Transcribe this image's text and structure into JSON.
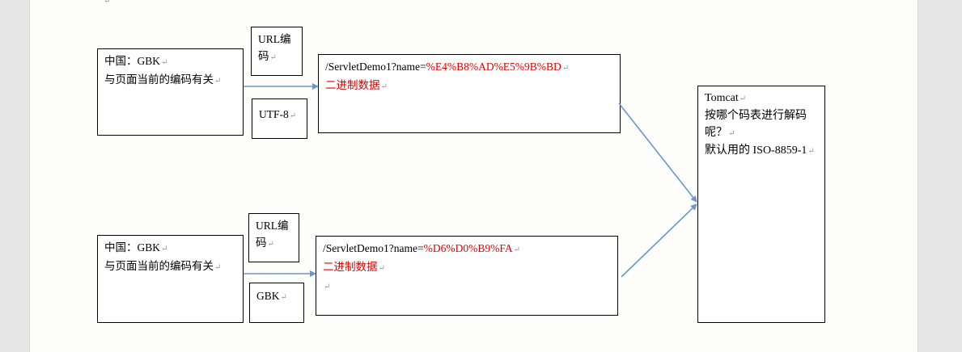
{
  "paragraph_mark": "↵",
  "top": {
    "source_line1": "中国：GBK",
    "source_line2": "与页面当前的编码有关",
    "encode_box_line1": "URL编",
    "encode_box_line2": "码",
    "charset": "UTF-8",
    "url_prefix": "/ServletDemo1?name=",
    "url_encoded": "%E4%B8%AD%E5%9B%BD",
    "binary_label": "二进制数据"
  },
  "bottom": {
    "source_line1": "中国：GBK",
    "source_line2": "与页面当前的编码有关",
    "encode_box_line1": "URL编",
    "encode_box_line2": "码",
    "charset": "GBK",
    "url_prefix": "/ServletDemo1?name=",
    "url_encoded": "%D6%D0%B9%FA",
    "binary_label": "二进制数据"
  },
  "tomcat": {
    "title": "Tomcat",
    "question_line1": "按哪个码表进行解码",
    "question_line2": "呢？",
    "default_line": "默认用的 ISO-8859-1"
  },
  "colors": {
    "arrow": "#6b97c8",
    "highlight": "#e00000"
  }
}
